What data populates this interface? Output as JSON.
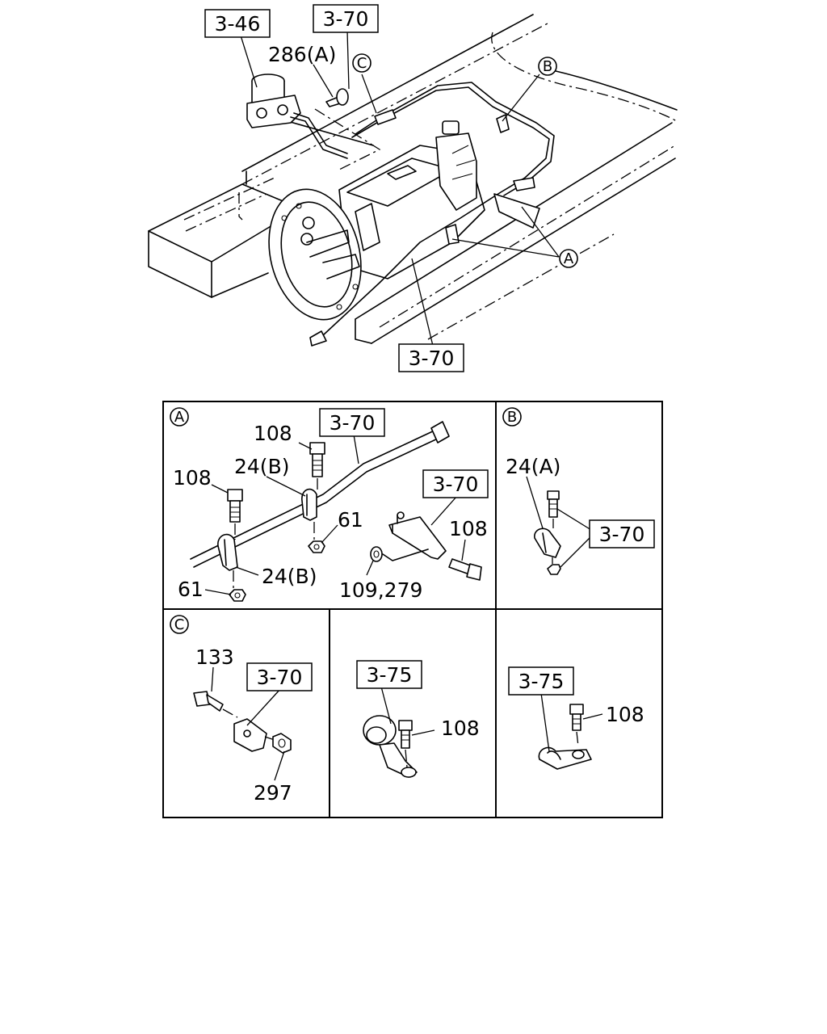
{
  "top_view": {
    "ref_3_46": "3-46",
    "ref_3_70_top": "3-70",
    "ref_3_70_bottom": "3-70",
    "part_286a": "286(A)",
    "callout_c": "C",
    "callout_b": "B",
    "callout_a": "A"
  },
  "detail_a": {
    "panel_letter": "A",
    "ref_3_70_pipe": "3-70",
    "ref_3_70_bracket": "3-70",
    "part_108_top": "108",
    "part_108_left": "108",
    "part_108_right": "108",
    "part_24b_top": "24(B)",
    "part_24b_bottom": "24(B)",
    "part_61_right": "61",
    "part_61_left": "61",
    "part_109_279": "109,279"
  },
  "detail_b": {
    "panel_letter": "B",
    "part_24a": "24(A)",
    "ref_3_70": "3-70"
  },
  "detail_c": {
    "panel_letter": "C",
    "part_133": "133",
    "ref_3_70": "3-70",
    "part_297": "297"
  },
  "detail_d": {
    "ref_3_75": "3-75",
    "part_108": "108"
  },
  "detail_e": {
    "ref_3_75": "3-75",
    "part_108": "108"
  }
}
